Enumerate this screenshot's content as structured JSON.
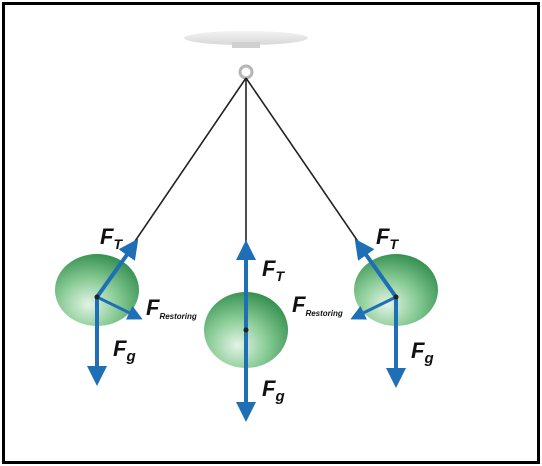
{
  "labels": {
    "left_tension": "F",
    "left_tension_sub": "T",
    "left_restoring": "F",
    "left_restoring_sub": "Restoring",
    "left_gravity": "F",
    "left_gravity_sub": "g",
    "center_tension": "F",
    "center_tension_sub": "T",
    "center_gravity": "F",
    "center_gravity_sub": "g",
    "right_tension": "F",
    "right_tension_sub": "T",
    "right_restoring": "F",
    "right_restoring_sub": "Restoring",
    "right_gravity": "F",
    "right_gravity_sub": "g"
  },
  "colors": {
    "vector": "#1f6fb6",
    "string": "#222222",
    "bob_light": "#d7eedc",
    "bob_mid": "#7cc08a",
    "bob_dark": "#2e8b4b",
    "frame": "#000000"
  }
}
